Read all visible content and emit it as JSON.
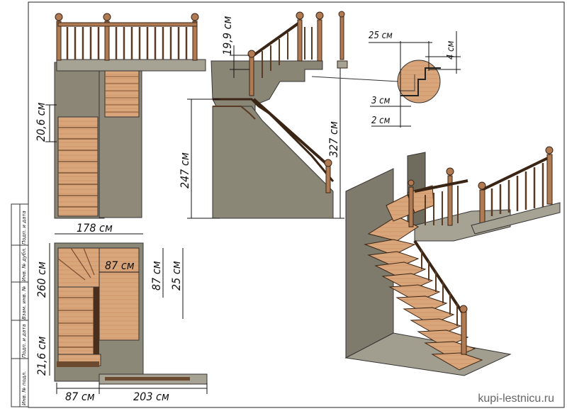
{
  "watermark": "kupi-lestnicu.ru",
  "dimensions": {
    "tread_depth": "25 см",
    "nosing_height": "4 см",
    "nosing_offset": "3 см",
    "nosing_inset": "2 см",
    "riser_height": "19,9 см",
    "lower_flight_height": "20,6 см",
    "floor_height": "247 см",
    "total_height": "327 см",
    "plan_width": "178 см",
    "plan_length": "260 см",
    "landing_width": "87 см",
    "landing_depth": "87 см",
    "tread_small": "25 см",
    "bottom_offset": "21,6 см",
    "base_left": "87 см",
    "base_right": "203 см"
  },
  "title_block": [
    "Подп. и дата",
    "Инв. № дубл.",
    "Взам. инв. №",
    "Подп. и дата",
    "Инв. № подл."
  ]
}
